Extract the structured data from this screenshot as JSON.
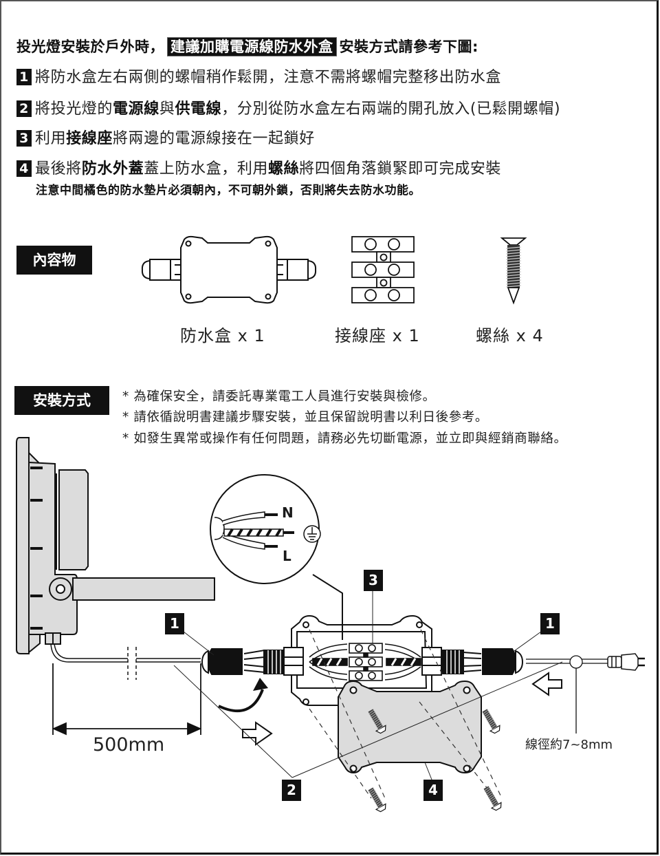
{
  "headline": {
    "prefix": "投光燈安裝於戶外時，",
    "highlight": "建議加購電源線防水外盒",
    "suffix": "安裝方式請參考下圖:"
  },
  "steps": [
    {
      "number": "1",
      "parts": [
        {
          "text": "將防水盒左右兩側的螺帽稍作鬆開，注意不需將螺帽完整移出防水盒",
          "bold": false
        }
      ]
    },
    {
      "number": "2",
      "parts": [
        {
          "text": "將投光燈的",
          "bold": false
        },
        {
          "text": "電源線",
          "bold": true
        },
        {
          "text": "與",
          "bold": false
        },
        {
          "text": "供電線",
          "bold": true
        },
        {
          "text": "，分別從防水盒左右兩端的開孔放入(已鬆開螺帽)",
          "bold": false
        }
      ]
    },
    {
      "number": "3",
      "parts": [
        {
          "text": "利用",
          "bold": false
        },
        {
          "text": "接線座",
          "bold": true
        },
        {
          "text": "將兩邊的電源線接在一起鎖好",
          "bold": false
        }
      ]
    },
    {
      "number": "4",
      "parts": [
        {
          "text": "最後將",
          "bold": false
        },
        {
          "text": "防水外蓋",
          "bold": true
        },
        {
          "text": "蓋上防水盒，利用",
          "bold": false
        },
        {
          "text": "螺絲",
          "bold": true
        },
        {
          "text": "將四個角落鎖緊即可完成安裝",
          "bold": false
        }
      ]
    }
  ],
  "note": "注意中間橘色的防水墊片必須朝內，不可朝外鎖，否則將失去防水功能。",
  "contents": {
    "tag": "內容物",
    "items": [
      {
        "name": "防水盒",
        "qty": "x 1",
        "icon": "waterproof-box-icon"
      },
      {
        "name": "接線座",
        "qty": "x 1",
        "icon": "terminal-block-icon"
      },
      {
        "name": "螺絲",
        "qty": "x 4",
        "icon": "screw-icon"
      }
    ]
  },
  "installation": {
    "tag": "安裝方式",
    "safety_notes": [
      "* 為確保安全，請委託專業電工人員進行安裝與檢修。",
      "* 請依循說明書建議步驟安裝，並且保留說明書以利日後參考。",
      "* 如發生異常或操作有任何問題，請務必先切斷電源，並立即與經銷商聯絡。"
    ],
    "diagram": {
      "cable_length_label": "500mm",
      "wire_diameter_label": "線徑約7~8mm",
      "wire_labels": {
        "neutral": "N",
        "live": "L",
        "ground": "ground-symbol"
      },
      "callouts": [
        "1",
        "1",
        "2",
        "3",
        "4"
      ]
    }
  }
}
